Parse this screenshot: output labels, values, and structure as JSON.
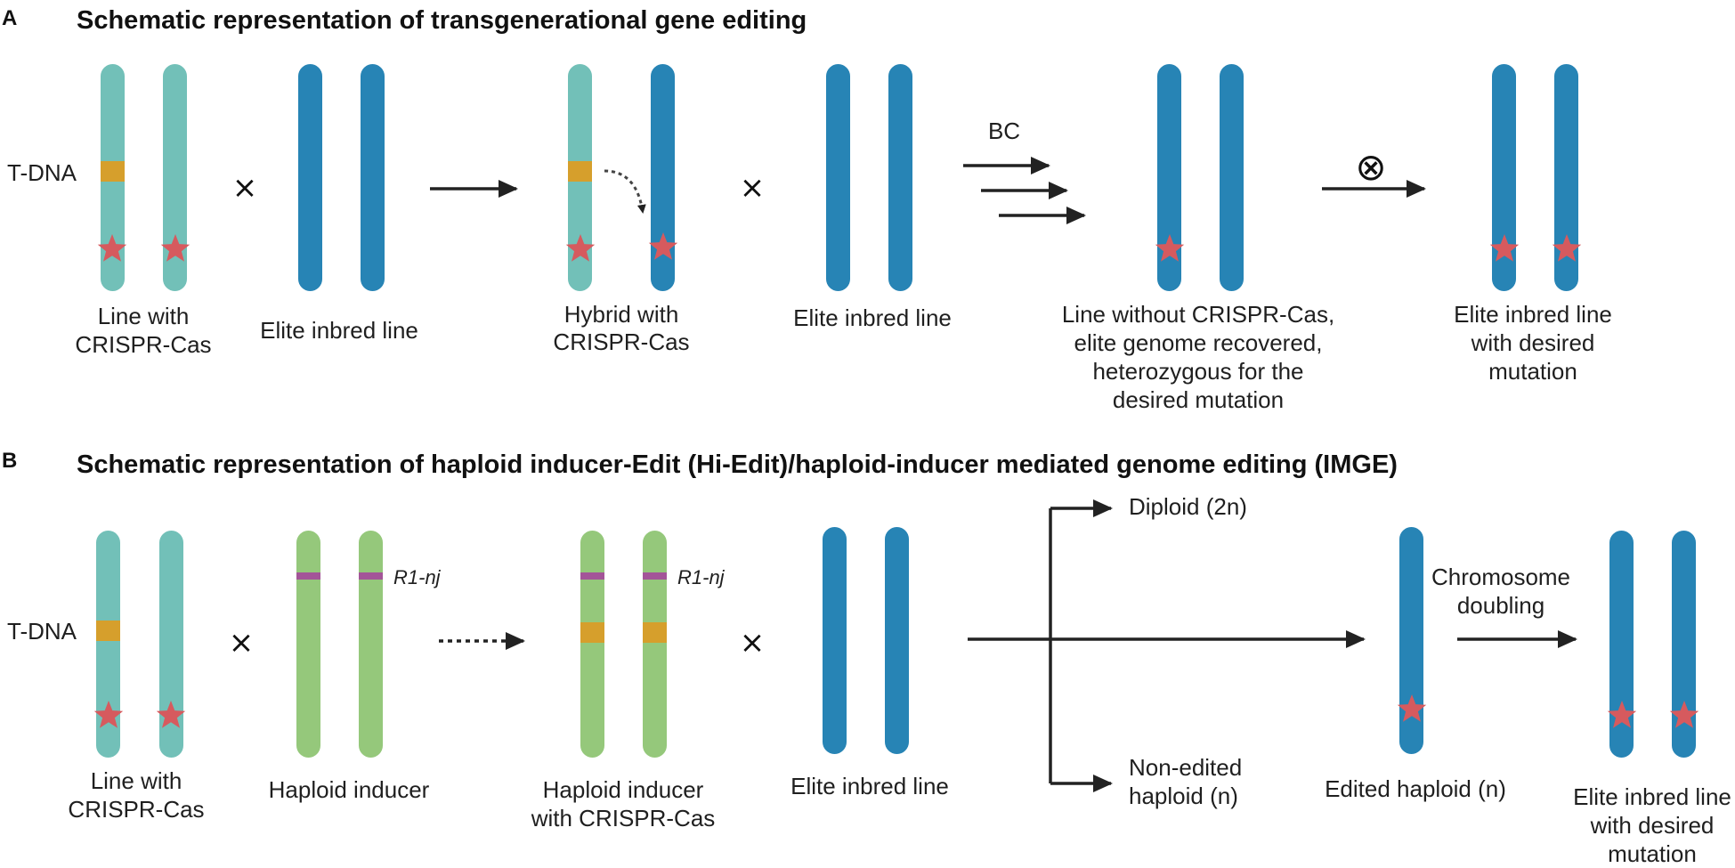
{
  "colors": {
    "teal": "#72c0b8",
    "blue": "#2784b5",
    "green": "#95c87b",
    "tdna": "#d69f2c",
    "r1nj": "#a35598",
    "star": "#d65a5e",
    "arrow": "#222222"
  },
  "panelA": {
    "letter": "A",
    "title": "Schematic representation of transgenerational gene editing",
    "tdna_label": "T-DNA",
    "cross_symbol": "×",
    "bc_label": "BC",
    "selfing_symbol": "⊗",
    "groups": [
      {
        "label_lines": [
          "Line with",
          "CRISPR-Cas"
        ]
      },
      {
        "label_lines": [
          "Elite inbred line"
        ]
      },
      {
        "label_lines": [
          "Hybrid with",
          "CRISPR-Cas"
        ]
      },
      {
        "label_lines": [
          "Elite inbred line"
        ]
      },
      {
        "label_lines": [
          "Line without CRISPR-Cas,",
          "elite genome recovered,",
          "heterozygous for the",
          "desired mutation"
        ]
      },
      {
        "label_lines": [
          "Elite inbred line",
          "with desired",
          "mutation"
        ]
      }
    ]
  },
  "panelB": {
    "letter": "B",
    "title": "Schematic representation of haploid inducer-Edit (Hi-Edit)/haploid-inducer mediated genome editing (IMGE)",
    "tdna_label": "T-DNA",
    "r1nj_label": "R1-nj",
    "cross_symbol": "×",
    "diploid_label": "Diploid (2n)",
    "nonedited_lines": [
      "Non-edited",
      "haploid (n)"
    ],
    "doubling_lines": [
      "Chromosome",
      "doubling"
    ],
    "groups": [
      {
        "label_lines": [
          "Line with",
          "CRISPR-Cas"
        ]
      },
      {
        "label_lines": [
          "Haploid inducer"
        ]
      },
      {
        "label_lines": [
          "Haploid inducer",
          "with CRISPR-Cas"
        ]
      },
      {
        "label_lines": [
          "Elite inbred line"
        ]
      },
      {
        "label_lines": [
          "Edited haploid (n)"
        ]
      },
      {
        "label_lines": [
          "Elite inbred line",
          "with desired",
          "mutation"
        ]
      }
    ]
  }
}
